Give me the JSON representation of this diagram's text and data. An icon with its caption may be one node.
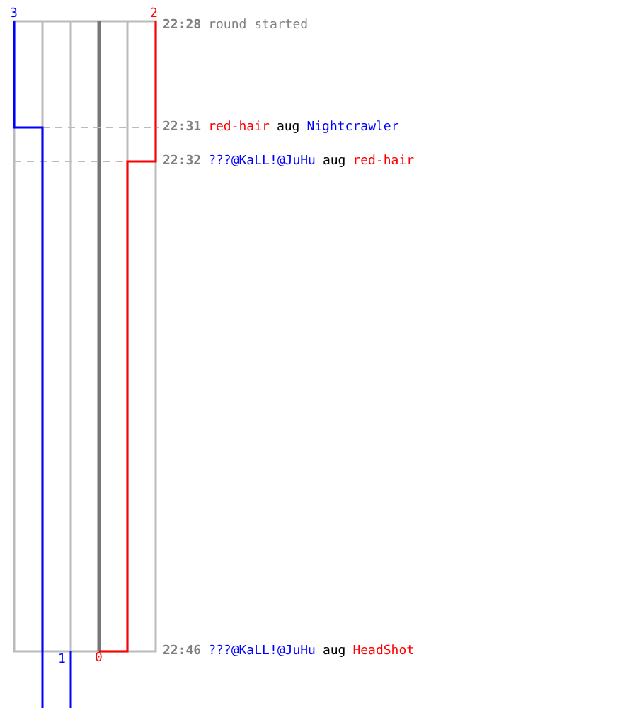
{
  "diagram": {
    "labels": [
      "3",
      "2",
      "22:28",
      "round started",
      "22:31",
      "red-hair",
      "aug",
      "Nightcrawler",
      "22:32",
      "???@KaLL!@JuHu",
      "aug",
      "red-hair",
      "22:46",
      "???@KaLL!@JuHu",
      "aug",
      "HeadShot",
      "1",
      "0"
    ]
  }
}
